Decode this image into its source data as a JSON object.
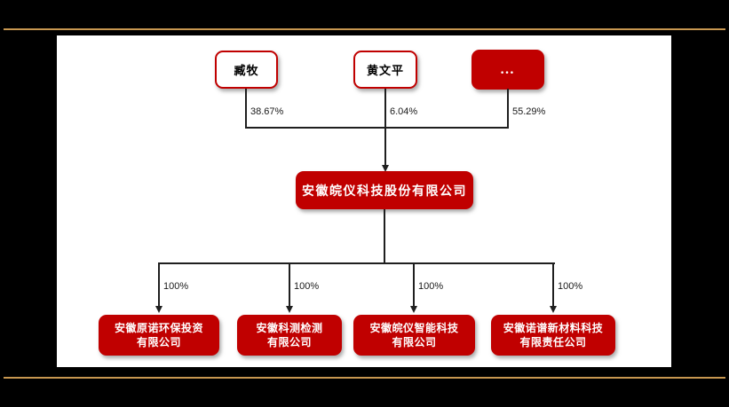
{
  "diagram": {
    "type": "equity-structure-chart",
    "colors": {
      "box_red": "#c00000",
      "accent_gold": "#c79750",
      "connector_line": "#1f1f1f",
      "panel_bg": "#ffffff",
      "page_bg": "#000000"
    },
    "shareholders": [
      {
        "name": "臧牧",
        "stake": "38.67%"
      },
      {
        "name": "黄文平",
        "stake": "6.04%"
      },
      {
        "name": "…",
        "stake": "55.29%"
      }
    ],
    "company": {
      "name": "安徽皖仪科技股份有限公司"
    },
    "subsidiaries": [
      {
        "name_line1": "安徽原诺环保投资",
        "name_line2": "有限公司",
        "stake": "100%"
      },
      {
        "name_line1": "安徽科测检测",
        "name_line2": "有限公司",
        "stake": "100%"
      },
      {
        "name_line1": "安徽皖仪智能科技",
        "name_line2": "有限公司",
        "stake": "100%"
      },
      {
        "name_line1": "安徽诺谱新材料科技",
        "name_line2": "有限责任公司",
        "stake": "100%"
      }
    ]
  }
}
